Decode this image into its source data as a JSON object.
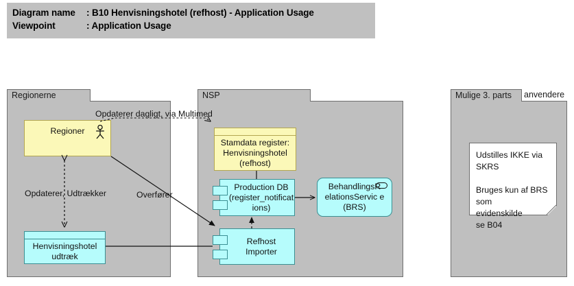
{
  "header": {
    "rows": [
      {
        "key": "Diagram name",
        "sep": ":",
        "value": "B10 Henvisningshotel (refhost) - Application Usage"
      },
      {
        "key": "Viewpoint",
        "sep": ":",
        "value": "Application Usage"
      }
    ],
    "line1_key": "Diagram name",
    "line1_value": ": B10 Henvisningshotel (refhost) - Application Usage",
    "line2_key": "Viewpoint",
    "line2_value": ": Application Usage"
  },
  "groups": {
    "regionerne": {
      "label": "Regionerne"
    },
    "nsp": {
      "label": "NSP"
    },
    "third_party": {
      "label_tab": "Mulige 3. parts",
      "label_overflow": "anvendere"
    }
  },
  "nodes": {
    "regioner": {
      "label": "Regioner",
      "icon": "actor-icon"
    },
    "henvisningshotel_udtraek": {
      "label": "Henvisningshotel\nudtræk"
    },
    "stamdata_register": {
      "label": "Stamdata register:\nHenvisningshotel\n(refhost)"
    },
    "production_db": {
      "label": "Production DB\n(register_notificat\nions)"
    },
    "refhost_importer": {
      "label": "Refhost Importer"
    },
    "brs": {
      "label": "BehandlingsR\nelationsServic\ne (BRS)",
      "icon": "rounded-service-icon"
    }
  },
  "note": {
    "text": "Udstilles IKKE via SKRS\n\nBruges kun af BRS som\nevidenskilde\nse B04"
  },
  "connectors": [
    {
      "name": "opdaterer-dagligt",
      "label": "Opdaterer dagligt, via Multimed",
      "style": "dotted-arrow"
    },
    {
      "name": "opdaterer-udtraekker",
      "label": "Opdaterer, Udtrækker",
      "style": "dotted-bidirectional"
    },
    {
      "name": "overfoerer",
      "label": "Overfører",
      "style": "solid-arrow"
    },
    {
      "name": "udtraek-to-importer",
      "label": "",
      "style": "solid-line"
    },
    {
      "name": "stamdata-to-productiondb",
      "label": "",
      "style": "solid-line"
    },
    {
      "name": "importer-to-productiondb",
      "label": "",
      "style": "dotted-arrow"
    },
    {
      "name": "productiondb-to-brs",
      "label": "",
      "style": "solid-arrow"
    }
  ],
  "colors": {
    "banner_gray": "#c0c0c0",
    "group_gray": "#bfbfbf",
    "group_border": "#6e6e6e",
    "cyan_fill": "#b6fcfc",
    "cyan_border": "#3a8f93",
    "yellow_fill": "#fbf8b8",
    "yellow_border": "#b3a650",
    "note_fill": "#ffffff",
    "canvas": "#ffffff",
    "text": "#111111"
  }
}
